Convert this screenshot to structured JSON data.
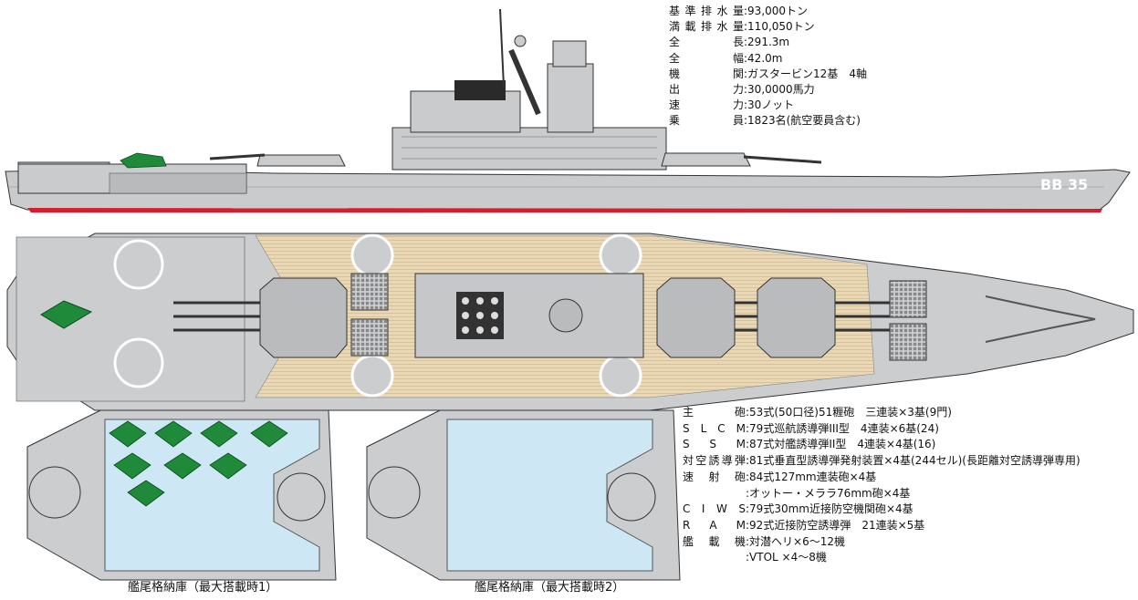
{
  "hull_number": "BB 35",
  "specs": [
    {
      "label": "基準排水量",
      "value": ":93,000トン"
    },
    {
      "label": "満載排水量",
      "value": ":110,050トン"
    },
    {
      "label": "全長",
      "value": ":291.3m"
    },
    {
      "label": "全幅",
      "value": ":42.0m"
    },
    {
      "label": "機関",
      "value": ":ガスタービン12基　4軸"
    },
    {
      "label": "出力",
      "value": ":30,0000馬力"
    },
    {
      "label": "速力",
      "value": ":30ノット"
    },
    {
      "label": "乗員",
      "value": ":1823名(航空要員含む)"
    }
  ],
  "armament": [
    {
      "label": "主砲",
      "value": ":53式(50口径)51糎砲　三連装×3基(9門)"
    },
    {
      "label": "SLCM",
      "value": ":79式巡航誘導弾III型　4連装×6基(24)"
    },
    {
      "label": "SSM",
      "value": ":87式対艦誘導弾II型　4連装×4基(16)"
    },
    {
      "label": "対空誘導弾",
      "value": ":81式垂直型誘導弾発射装置×4基(244セル)(長距離対空誘導弾専用)"
    },
    {
      "label": "速射砲",
      "value": ":84式127mm連装砲×4基"
    },
    {
      "label": "",
      "value": ":オットー・メララ76mm砲×4基"
    },
    {
      "label": "CIWS",
      "value": ":79式30mm近接防空機関砲×4基"
    },
    {
      "label": "RAM",
      "value": ":92式近接防空誘導弾　21連装×5基"
    },
    {
      "label": "艦載機",
      "value": ":対潜ヘリ×6〜12機"
    },
    {
      "label": "",
      "value": ":VTOL ×4〜8機"
    }
  ],
  "hangar_captions": [
    "艦尾格納庫（最大搭載時1）",
    "艦尾格納庫（最大搭載時2）"
  ],
  "colors": {
    "hull": "#c8cacc",
    "outline": "#333333",
    "deck_wood": "#e8d6b0",
    "redline": "#d81e2c",
    "hangar_floor": "#cde8f4",
    "aircraft_green": "#1f8a3a"
  }
}
